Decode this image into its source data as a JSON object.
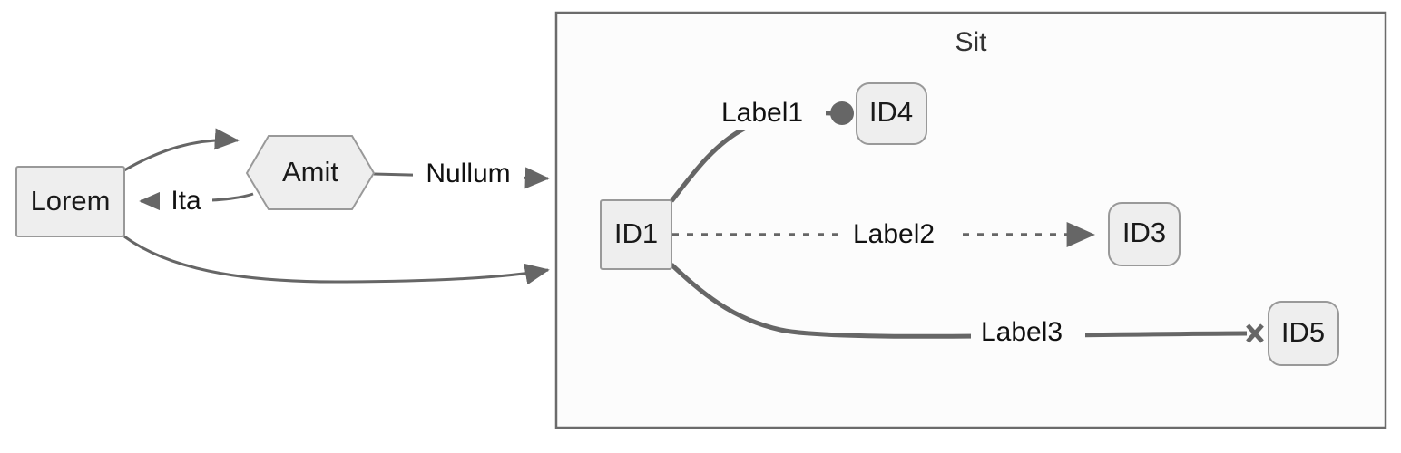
{
  "diagram": {
    "type": "flowchart",
    "title": null,
    "background_color": "#ffffff",
    "node_fill": "#eeeeee",
    "node_stroke": "#999999",
    "edge_color": "#666666",
    "cluster_fill": "#fcfcfc",
    "cluster_stroke": "#6b6b6b"
  },
  "nodes": [
    {
      "id": "lorem",
      "label": "Lorem",
      "shape": "rectangle"
    },
    {
      "id": "amit",
      "label": "Amit",
      "shape": "hexagon"
    },
    {
      "id": "id1",
      "label": "ID1",
      "shape": "square"
    },
    {
      "id": "id3",
      "label": "ID3",
      "shape": "rounded-rect"
    },
    {
      "id": "id4",
      "label": "ID4",
      "shape": "rounded-rect"
    },
    {
      "id": "id5",
      "label": "ID5",
      "shape": "rounded-rect"
    }
  ],
  "clusters": [
    {
      "id": "sit",
      "label": "Sit"
    }
  ],
  "edges": [
    {
      "from": "lorem",
      "to": "amit",
      "label": "",
      "style": "solid",
      "end_marker": "arrow"
    },
    {
      "from": "amit",
      "to": "lorem",
      "label": "Ita",
      "style": "solid",
      "end_marker": "arrow"
    },
    {
      "from": "amit",
      "to": "sit",
      "label": "Nullum",
      "style": "solid",
      "end_marker": "arrow"
    },
    {
      "from": "lorem",
      "to": "sit",
      "label": "",
      "style": "solid",
      "end_marker": "arrow"
    },
    {
      "from": "id1",
      "to": "id4",
      "label": "Label1",
      "style": "thick",
      "end_marker": "circle"
    },
    {
      "from": "id1",
      "to": "id3",
      "label": "Label2",
      "style": "dotted",
      "end_marker": "arrow"
    },
    {
      "from": "id1",
      "to": "id5",
      "label": "Label3",
      "style": "thick",
      "end_marker": "cross"
    }
  ],
  "edge_labels": {
    "ita": "Ita",
    "nullum": "Nullum",
    "label1": "Label1",
    "label2": "Label2",
    "label3": "Label3"
  }
}
